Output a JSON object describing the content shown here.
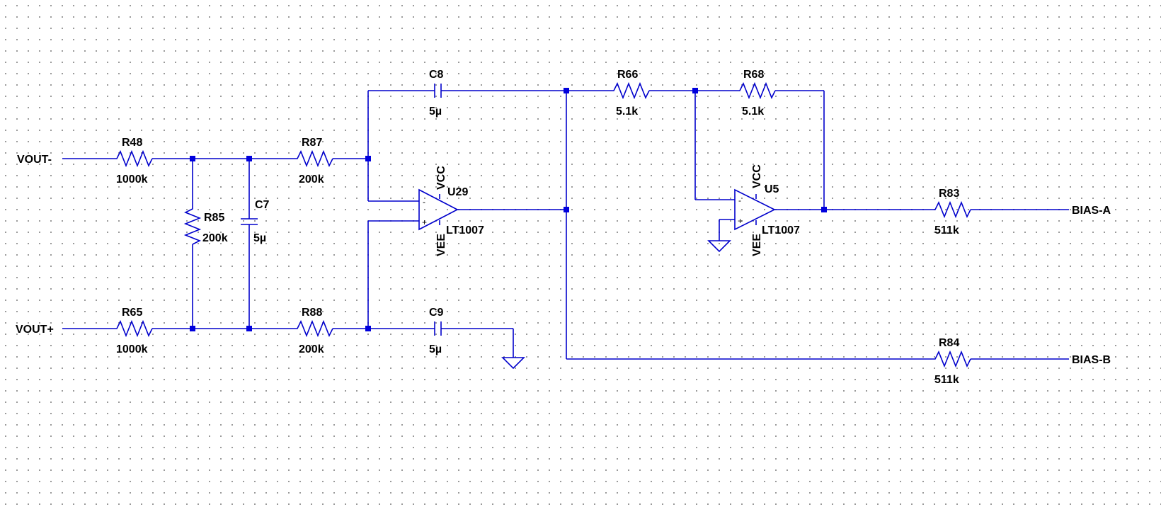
{
  "schematic": {
    "ports": {
      "vout_minus": "VOUT-",
      "vout_plus": "VOUT+",
      "bias_a": "BIAS-A",
      "bias_b": "BIAS-B"
    },
    "resistors": {
      "r48": {
        "name": "R48",
        "value": "1000k"
      },
      "r65": {
        "name": "R65",
        "value": "1000k"
      },
      "r85": {
        "name": "R85",
        "value": "200k"
      },
      "r87": {
        "name": "R87",
        "value": "200k"
      },
      "r88": {
        "name": "R88",
        "value": "200k"
      },
      "r66": {
        "name": "R66",
        "value": "5.1k"
      },
      "r68": {
        "name": "R68",
        "value": "5.1k"
      },
      "r83": {
        "name": "R83",
        "value": "511k"
      },
      "r84": {
        "name": "R84",
        "value": "511k"
      }
    },
    "capacitors": {
      "c7": {
        "name": "C7",
        "value": "5µ"
      },
      "c8": {
        "name": "C8",
        "value": "5µ"
      },
      "c9": {
        "name": "C9",
        "value": "5µ"
      }
    },
    "opamps": {
      "u29": {
        "name": "U29",
        "model": "LT1007",
        "vcc": "VCC",
        "vee": "VEE",
        "minus": "-",
        "plus": "+"
      },
      "u5": {
        "name": "U5",
        "model": "LT1007",
        "vcc": "VCC",
        "vee": "VEE",
        "minus": "-",
        "plus": "+"
      }
    },
    "colors": {
      "wire": "#0000cc",
      "junction": "#0000dd",
      "grid_dot": "#8a8a8a",
      "background": "#ffffff"
    }
  }
}
